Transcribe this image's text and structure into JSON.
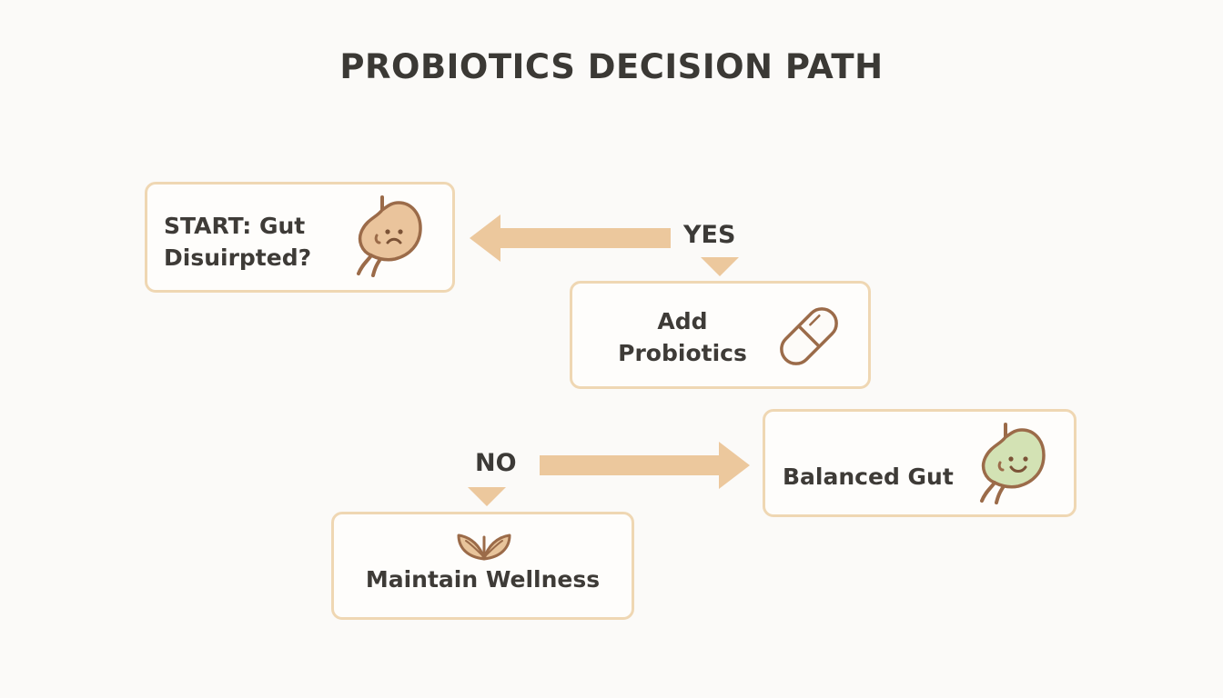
{
  "title": "PROBIOTICS DECISION PATH",
  "nodes": {
    "start": {
      "line1": "START: Gut",
      "line2": "Disuirpted?",
      "icon": "sad-stomach-icon"
    },
    "add": {
      "line1": "Add",
      "line2": "Probiotics",
      "icon": "capsule-icon"
    },
    "balanced": {
      "label": "Balanced Gut",
      "icon": "happy-stomach-icon"
    },
    "maintain": {
      "label": "Maintain Wellness",
      "icon": "leaf-sprout-icon"
    }
  },
  "edges": {
    "yes": "YES",
    "no": "NO"
  },
  "colors": {
    "box_border": "#efd7b3",
    "arrow": "#ecc89d",
    "stomach_sad": "#eac49c",
    "stomach_happy": "#d3e2b4",
    "outline": "#9b6b49",
    "text": "#3c3a37"
  }
}
